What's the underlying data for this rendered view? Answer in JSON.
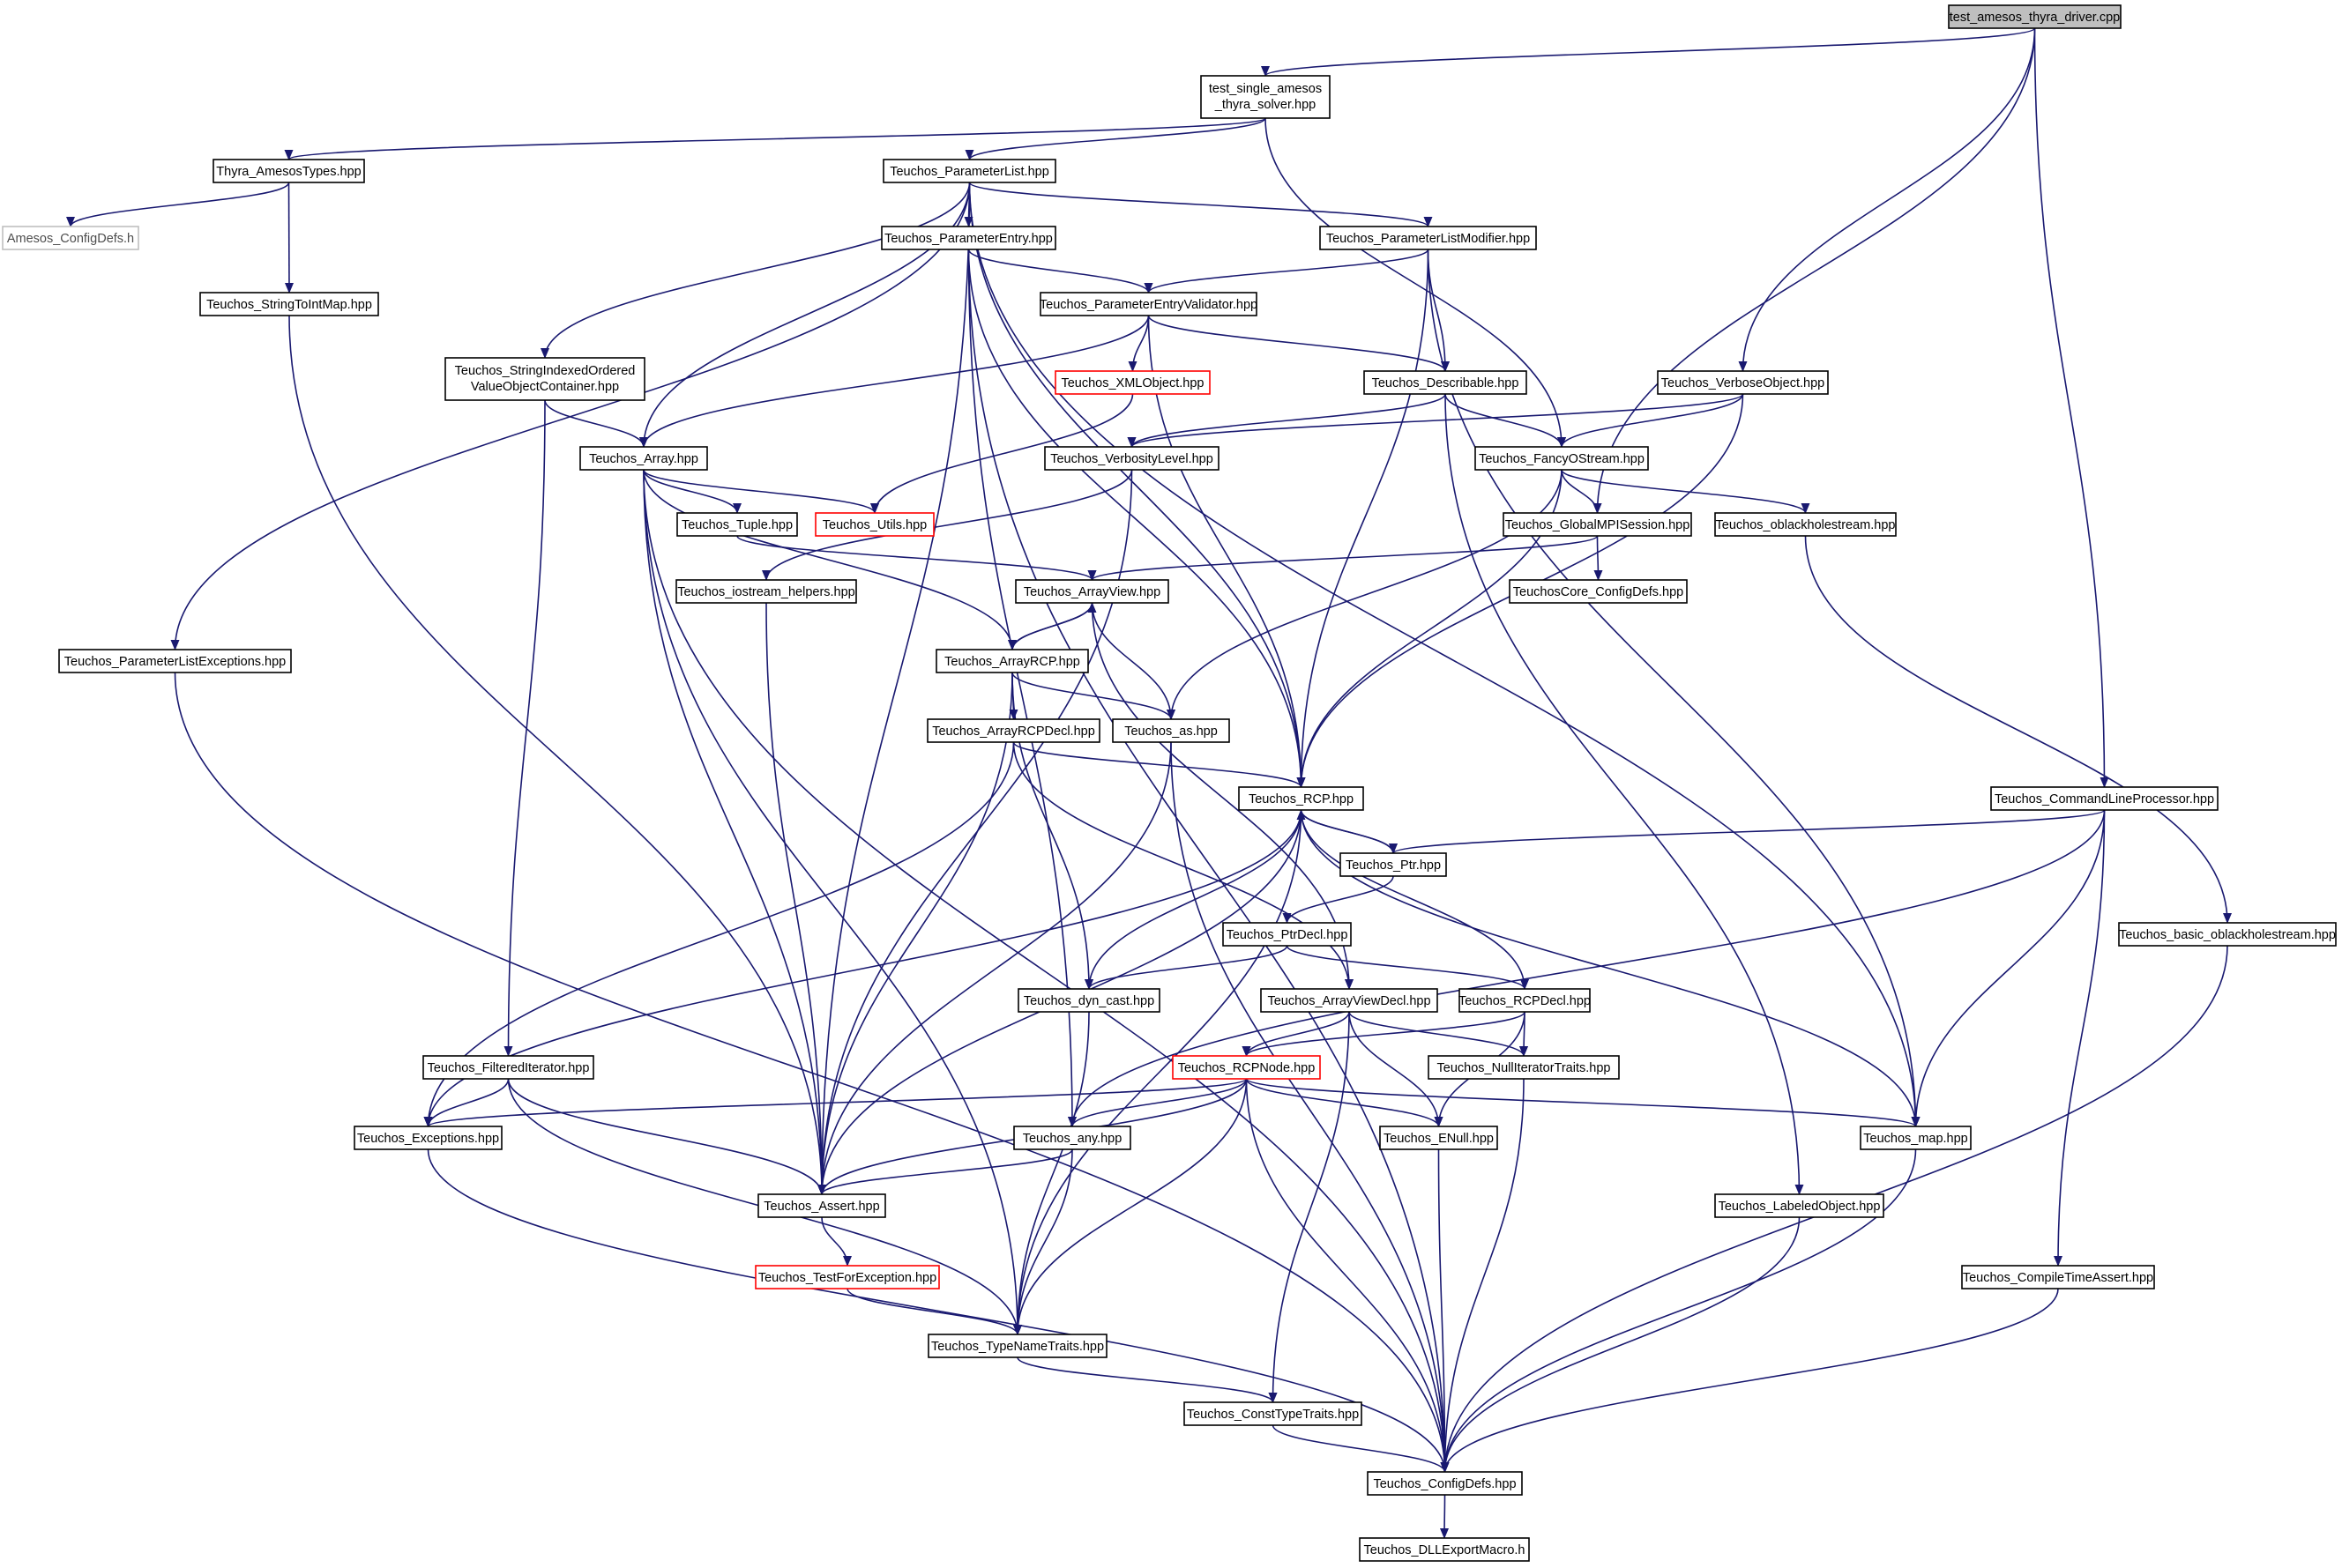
{
  "colors": {
    "edge": "#191970",
    "root_fill": "#bfbfbf",
    "node_border": "#000000",
    "missing_border": "#ff0000",
    "external_border": "#bfbfbf"
  },
  "nodes": {
    "test_amesos_thyra_driver": "test_amesos_thyra_driver.cpp",
    "test_single_amesos": [
      "test_single_amesos",
      "_thyra_solver.hpp"
    ],
    "Thyra_AmesosTypes": "Thyra_AmesosTypes.hpp",
    "Amesos_ConfigDefs": "Amesos_ConfigDefs.h",
    "Teuchos_StringToIntMap": "Teuchos_StringToIntMap.hpp",
    "Teuchos_ParameterList": "Teuchos_ParameterList.hpp",
    "Teuchos_ParameterEntry": "Teuchos_ParameterEntry.hpp",
    "Teuchos_ParameterListModifier": "Teuchos_ParameterListModifier.hpp",
    "Teuchos_ParameterEntryValidator": "Teuchos_ParameterEntryValidator.hpp",
    "Teuchos_XMLObject": "Teuchos_XMLObject.hpp",
    "Teuchos_Describable": "Teuchos_Describable.hpp",
    "Teuchos_VerboseObject": "Teuchos_VerboseObject.hpp",
    "Teuchos_StringIndexedOrdered": [
      "Teuchos_StringIndexedOrdered",
      "ValueObjectContainer.hpp"
    ],
    "Teuchos_Array": "Teuchos_Array.hpp",
    "Teuchos_VerbosityLevel": "Teuchos_VerbosityLevel.hpp",
    "Teuchos_FancyOStream": "Teuchos_FancyOStream.hpp",
    "Teuchos_Tuple": "Teuchos_Tuple.hpp",
    "Teuchos_Utils": "Teuchos_Utils.hpp",
    "Teuchos_GlobalMPISession": "Teuchos_GlobalMPISession.hpp",
    "Teuchos_oblackholestream": "Teuchos_oblackholestream.hpp",
    "Teuchos_iostream_helpers": "Teuchos_iostream_helpers.hpp",
    "Teuchos_ArrayView": "Teuchos_ArrayView.hpp",
    "TeuchosCore_ConfigDefs": "TeuchosCore_ConfigDefs.hpp",
    "Teuchos_ParameterListExceptions": "Teuchos_ParameterListExceptions.hpp",
    "Teuchos_ArrayRCP": "Teuchos_ArrayRCP.hpp",
    "Teuchos_ArrayRCPDecl": "Teuchos_ArrayRCPDecl.hpp",
    "Teuchos_as": "Teuchos_as.hpp",
    "Teuchos_RCP": "Teuchos_RCP.hpp",
    "Teuchos_CommandLineProcessor": "Teuchos_CommandLineProcessor.hpp",
    "Teuchos_Ptr": "Teuchos_Ptr.hpp",
    "Teuchos_PtrDecl": "Teuchos_PtrDecl.hpp",
    "Teuchos_basic_oblackholestream": "Teuchos_basic_oblackholestream.hpp",
    "Teuchos_dyn_cast": "Teuchos_dyn_cast.hpp",
    "Teuchos_ArrayViewDecl": "Teuchos_ArrayViewDecl.hpp",
    "Teuchos_RCPDecl": "Teuchos_RCPDecl.hpp",
    "Teuchos_FilteredIterator": "Teuchos_FilteredIterator.hpp",
    "Teuchos_RCPNode": "Teuchos_RCPNode.hpp",
    "Teuchos_NullIteratorTraits": "Teuchos_NullIteratorTraits.hpp",
    "Teuchos_Exceptions": "Teuchos_Exceptions.hpp",
    "Teuchos_any": "Teuchos_any.hpp",
    "Teuchos_ENull": "Teuchos_ENull.hpp",
    "Teuchos_map": "Teuchos_map.hpp",
    "Teuchos_Assert": "Teuchos_Assert.hpp",
    "Teuchos_LabeledObject": "Teuchos_LabeledObject.hpp",
    "Teuchos_TestForException": "Teuchos_TestForException.hpp",
    "Teuchos_CompileTimeAssert": "Teuchos_CompileTimeAssert.hpp",
    "Teuchos_TypeNameTraits": "Teuchos_TypeNameTraits.hpp",
    "Teuchos_ConstTypeTraits": "Teuchos_ConstTypeTraits.hpp",
    "Teuchos_ConfigDefs": "Teuchos_ConfigDefs.hpp",
    "Teuchos_DLLExportMacro": "Teuchos_DLLExportMacro.h"
  }
}
